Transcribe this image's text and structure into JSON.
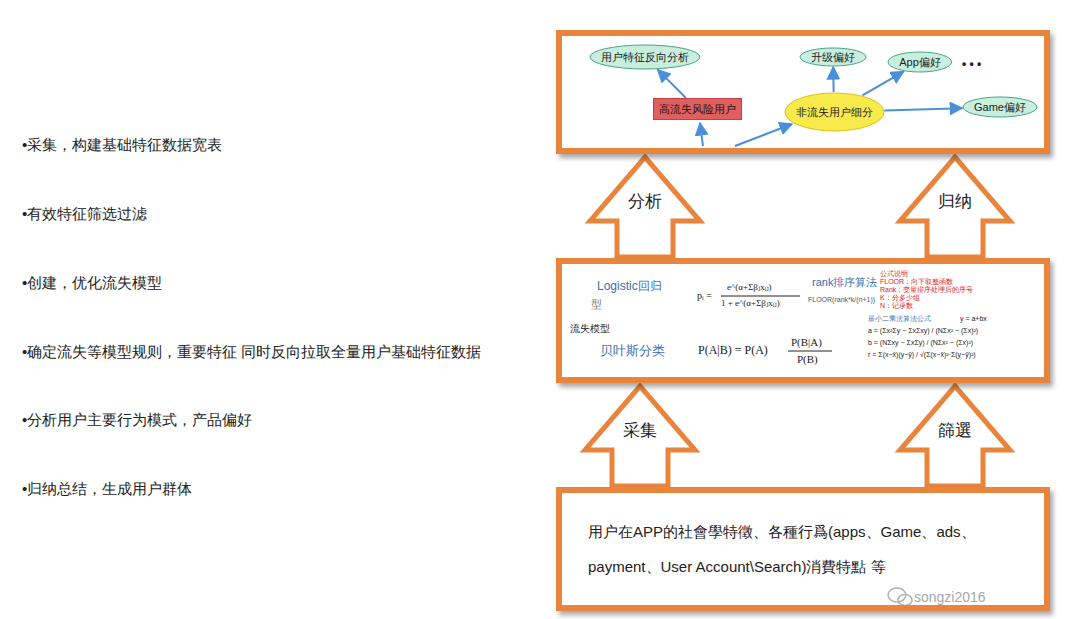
{
  "diagram": {
    "nodes": [
      {
        "text": []
      },
      {
        "text": [
          "用户特征反向分析"
        ],
        "in": 0
      },
      {
        "text": [
          "高流失风险用户"
        ],
        "in": 0
      },
      {
        "text": [
          "非流失用户细分"
        ],
        "in": 0
      },
      {
        "text": [
          "升级偏好"
        ],
        "in": 0
      },
      {
        "text": [
          "App偏好"
        ],
        "in": 0
      },
      {
        "text": [
          "Game偏好"
        ],
        "in": 0
      },
      {
        "text": [
          "流失模型"
        ]
      },
      {
        "text": [
          "用户在APP的社會學特徵、各種行爲(apps、Game、ads、payment、User Account\\Search)消費特點 等"
        ]
      }
    ],
    "edges": [
      {
        "from": 2,
        "to": 1,
        "arrow": "to"
      },
      {
        "from": 3,
        "to": 4,
        "arrow": "to"
      },
      {
        "from": 3,
        "to": 5,
        "arrow": "to"
      },
      {
        "from": 3,
        "to": 6,
        "arrow": "to"
      },
      {
        "from": 8,
        "to": 7,
        "label": "采集",
        "arrow": "to"
      },
      {
        "from": 8,
        "to": 7,
        "label": "篩選",
        "arrow": "to"
      },
      {
        "from": 7,
        "to": 0,
        "label": "分析",
        "arrow": "to"
      },
      {
        "from": 7,
        "to": 0,
        "label": "归纳",
        "arrow": "to"
      }
    ],
    "labels": [
      "•采集，构建基础特征数据宽表",
      "•有效特征筛选过滤",
      "•创建，优化流失模型",
      "•确定流失等模型规则，重要特征 同时反向拉取全量用户基础特征数据",
      "•分析用户主要行为模式，产品偏好",
      "•归纳总结，生成用户群体",
      "• • •",
      "Logistic回归",
      "型",
      "pᵢ =",
      "e^(α+Σβⱼxᵢⱼ)",
      "1 + e^(α+Σβⱼxᵢⱼ)",
      "rank排序算法",
      "FLOOR(rank*k/(n+1))",
      "公式说明",
      "FLOOR：向下取整函数",
      "Rank：变量排序处理后的序号",
      "K：分多少组",
      "N：记录数",
      "贝叶斯分类",
      "P(A|B) = P(A)",
      "P(B|A)",
      "P(B)",
      "最小二乘法算法公式",
      "y = a+bx",
      "r = Σ(x−x̄)(y−ȳ) / √(Σ(x−x̄)²·Σ(y−ȳ)²)",
      "a = (Σx²Σy − ΣxΣxy) / (NΣx² − (Σx)²)",
      "b = (NΣxy − ΣxΣy) / (NΣx² − (Σx)²)",
      "songzi2016"
    ]
  }
}
